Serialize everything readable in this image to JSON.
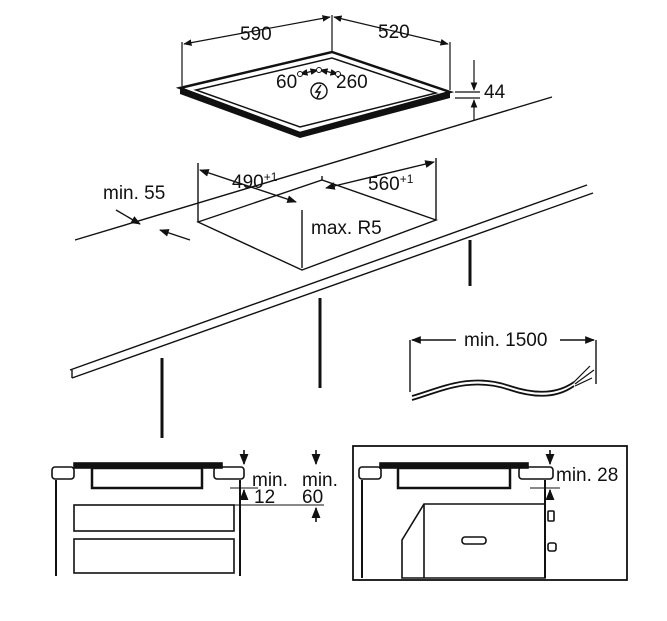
{
  "diagram": {
    "hob_top": {
      "width": "590",
      "depth": "520",
      "height": "44",
      "connector_a": "60",
      "connector_b": "260",
      "connector_icon": "power-symbol-icon"
    },
    "cutout": {
      "width": "490",
      "width_tol": "+1",
      "depth": "560",
      "depth_tol": "+1",
      "front_distance": "min. 55",
      "corner_radius": "max. R5"
    },
    "cable": {
      "min_length": "min. 1500"
    },
    "section_left": {
      "clear_a_label": "min.",
      "clear_a_value": "12",
      "clear_b_label": "min.",
      "clear_b_value": "60"
    },
    "section_right": {
      "clear_label": "min. 28"
    }
  }
}
